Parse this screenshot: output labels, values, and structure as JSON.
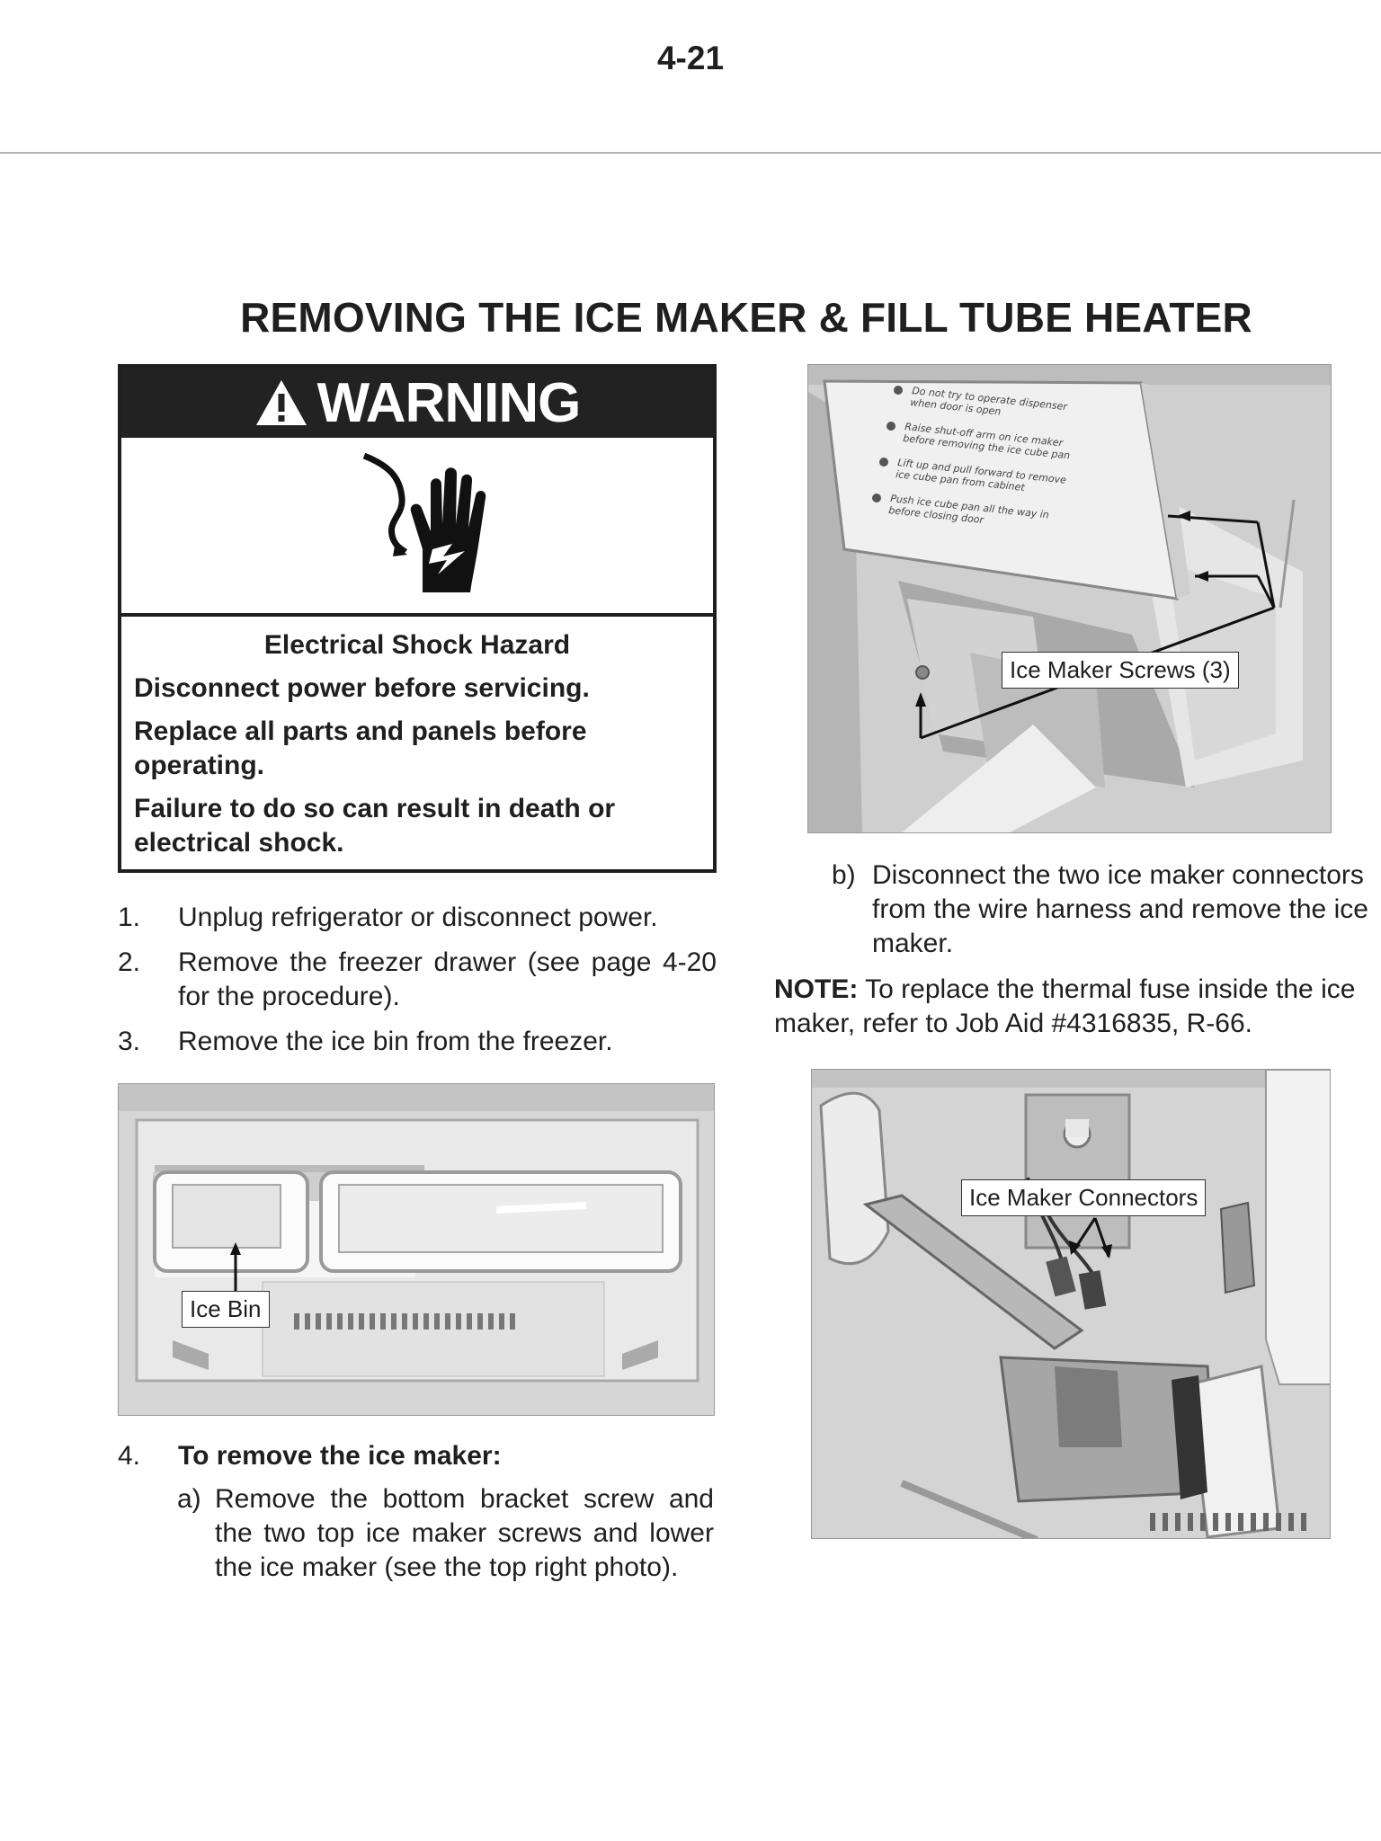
{
  "page_number": "4-21",
  "title": "REMOVING THE ICE MAKER & FILL TUBE HEATER",
  "warning": {
    "heading": "WARNING",
    "hazard": "Electrical Shock Hazard",
    "lines": [
      "Disconnect power before servicing.",
      "Replace all parts and panels before operating.",
      "Failure to do so can result in death or electrical shock."
    ]
  },
  "steps": [
    {
      "num": "1.",
      "text": "Unplug refrigerator or disconnect power."
    },
    {
      "num": "2.",
      "text": "Remove the freezer drawer (see page 4-20 for the procedure)."
    },
    {
      "num": "3.",
      "text": "Remove the ice bin from the freezer."
    }
  ],
  "step4": {
    "num": "4.",
    "text": "To remove the ice maker:",
    "a_label": "a)",
    "a_text": "Remove the bottom bracket screw and the two top ice maker screws and lower the ice maker (see the top right photo).",
    "b_label": "b)",
    "b_text": "Disconnect the two ice maker connectors from the wire harness and remove the ice maker."
  },
  "note": {
    "label": "NOTE:",
    "text": " To replace the thermal fuse inside the ice maker, refer to Job Aid #4316835, R-66."
  },
  "photos": {
    "ice_bin_label": "Ice Bin",
    "screws_label": "Ice Maker Screws (3)",
    "connectors_label": "Ice Maker Connectors",
    "instruction_label": [
      "Do not try to operate dispenser",
      "when door is open",
      "Raise shut-off arm on ice maker",
      "before removing the ice cube pan",
      "Lift up and pull forward to remove",
      "ice cube pan from cabinet",
      "Push ice cube pan all the way in",
      "before closing door"
    ]
  }
}
